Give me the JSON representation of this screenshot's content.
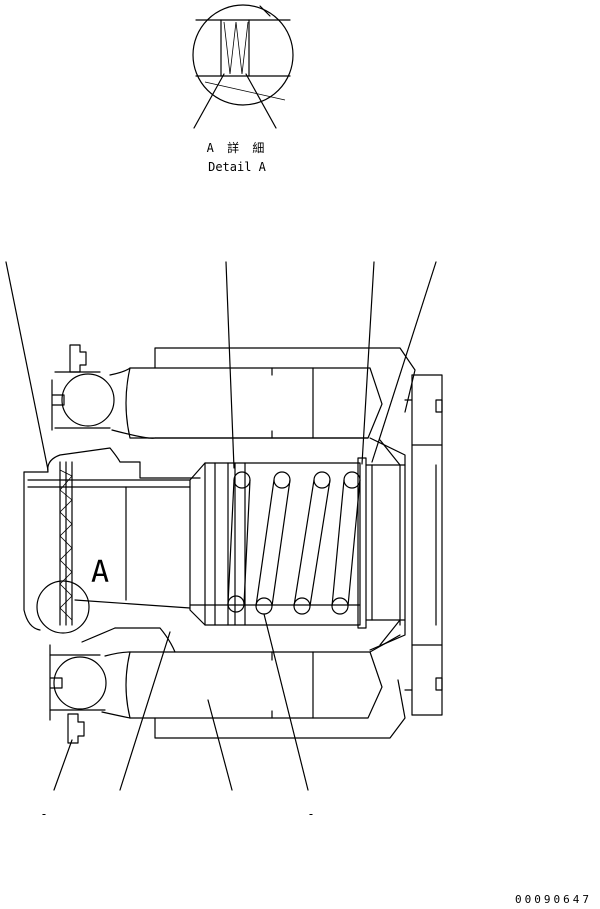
{
  "detail_label": {
    "japanese": "A 詳 細",
    "english": "Detail A"
  },
  "section_marker": "A",
  "bottom_dash_left": "-",
  "bottom_dash_right": "-",
  "drawing_number": "00090647"
}
